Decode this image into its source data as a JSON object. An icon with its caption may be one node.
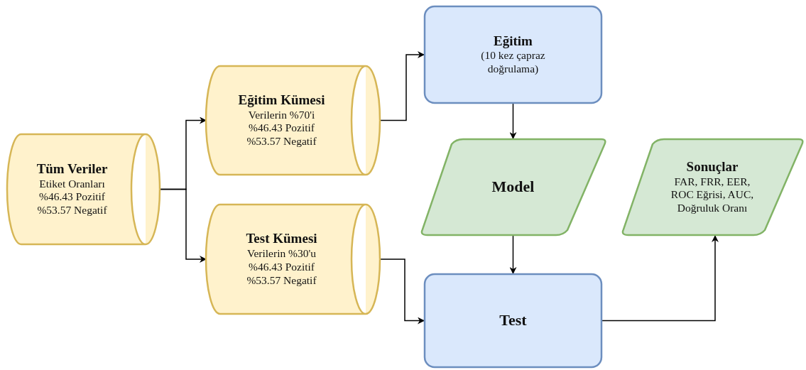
{
  "diagram": {
    "nodes": [
      {
        "text": [
          "Tüm Veriler",
          "Etiket Oranları %46.43 Pozitif %53.57 Negatif"
        ]
      },
      {
        "text": [
          "Eğitim Kümesi",
          "Verilerin %70'i %46.43 Pozitif %53.57 Negatif"
        ]
      },
      {
        "text": [
          "Test Kümesi",
          "Verilerin %30'u %46.43 Pozitif %53.57 Negatif"
        ]
      },
      {
        "text": [
          "Eğitim",
          "(10 kez çapraz doğrulama)"
        ]
      },
      {
        "text": [
          "Model"
        ]
      },
      {
        "text": [
          "Test"
        ]
      },
      {
        "text": [
          "Sonuçlar",
          "FAR, FRR, EER, ROC Eğrisi, AUC, Doğruluk Oranı"
        ]
      }
    ],
    "edges": [
      {
        "from": 0,
        "to": 1,
        "arrow": "to"
      },
      {
        "from": 0,
        "to": 2,
        "arrow": "to"
      },
      {
        "from": 1,
        "to": 3,
        "arrow": "to"
      },
      {
        "from": 2,
        "to": 5,
        "arrow": "to"
      },
      {
        "from": 3,
        "to": 4,
        "arrow": "to"
      },
      {
        "from": 4,
        "to": 5,
        "arrow": "to"
      },
      {
        "from": 5,
        "to": 6,
        "arrow": "to"
      }
    ]
  }
}
